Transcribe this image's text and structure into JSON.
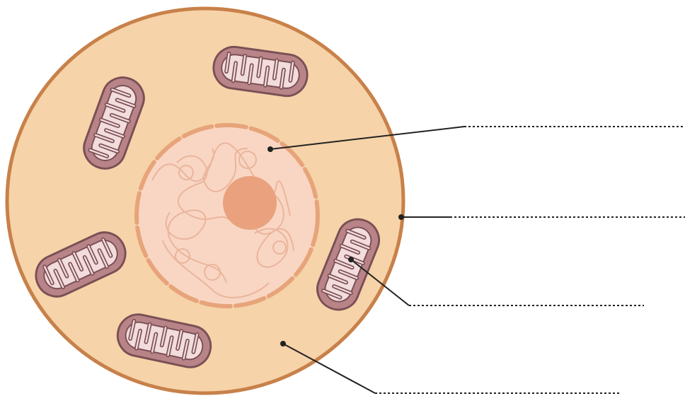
{
  "diagram": {
    "subject": "animal cell",
    "colors": {
      "membrane": "#c8814a",
      "cytoplasm": "#f6d3a8",
      "nuclear_envelope": "#e7a47a",
      "nucleus_fill": "#f9d6c3",
      "chromatin": "#eab59c",
      "nucleolus": "#e9a27d",
      "mitochondrion_outer": "#b88488",
      "mitochondrion_inner": "#f2dcdc",
      "mitochondrion_stroke": "#7a4f55",
      "leader_line": "#222222"
    },
    "labels": [
      {
        "id": "nucleus",
        "text": ""
      },
      {
        "id": "cell-membrane",
        "text": ""
      },
      {
        "id": "mitochondrion",
        "text": ""
      },
      {
        "id": "cytoplasm",
        "text": ""
      }
    ]
  }
}
